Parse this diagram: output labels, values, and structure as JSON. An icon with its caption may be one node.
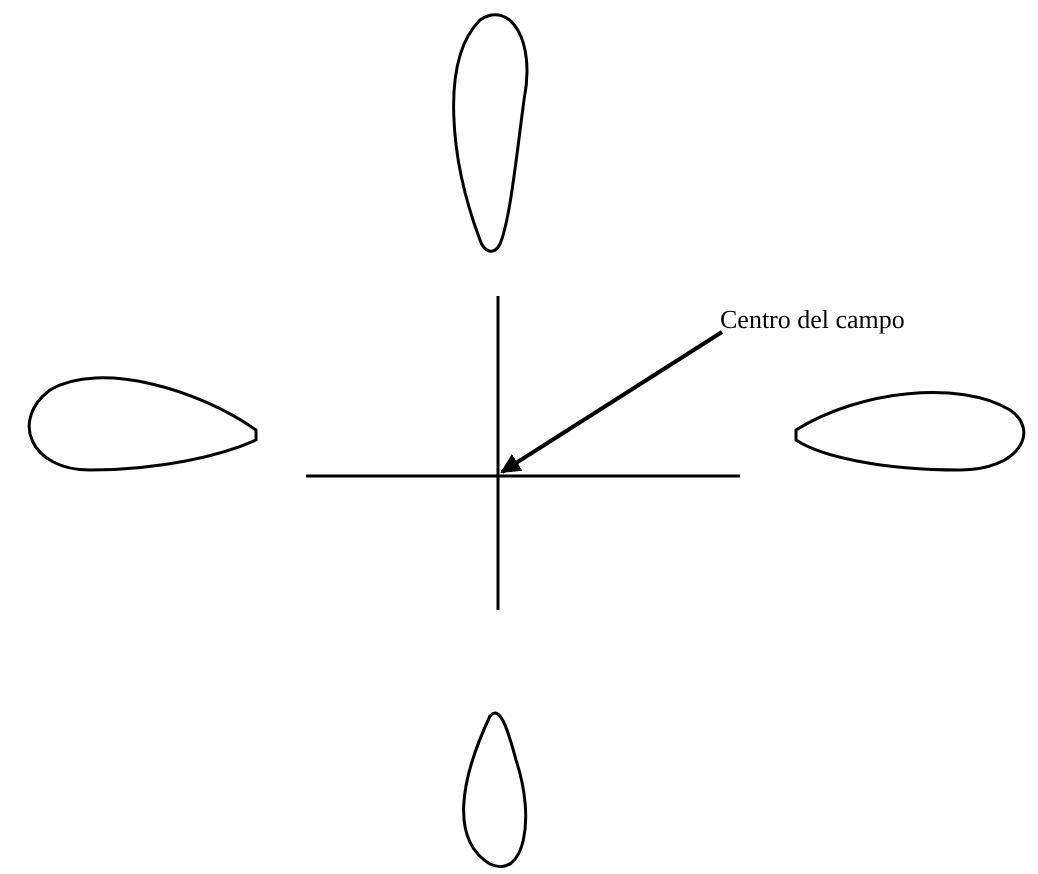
{
  "diagram": {
    "nodes": [
      {
        "text": [
          "Centro del campo"
        ]
      },
      {
        "text": [],
        "shape": "cross"
      }
    ],
    "edges": [
      {
        "from": 0,
        "to": 1,
        "arrow": "to"
      }
    ]
  }
}
